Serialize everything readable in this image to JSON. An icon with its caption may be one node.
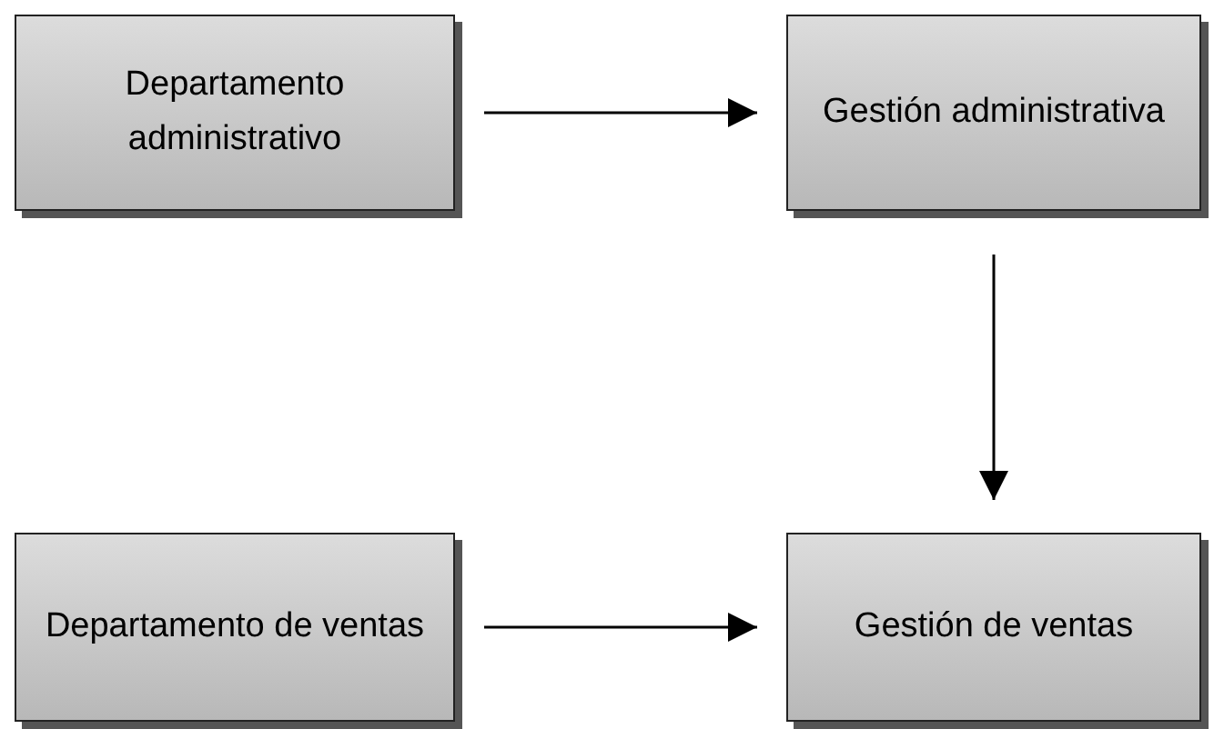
{
  "diagram": {
    "nodes": [
      {
        "text": [
          "Departamento administrativo"
        ]
      },
      {
        "text": [
          "Gestión administrativa"
        ]
      },
      {
        "text": [
          "Departamento de ventas"
        ]
      },
      {
        "text": [
          "Gestión de ventas"
        ]
      }
    ],
    "edges": [
      {
        "from": 0,
        "to": 1,
        "arrow": "to"
      },
      {
        "from": 1,
        "to": 3,
        "arrow": "to"
      },
      {
        "from": 2,
        "to": 3,
        "arrow": "to"
      }
    ]
  }
}
